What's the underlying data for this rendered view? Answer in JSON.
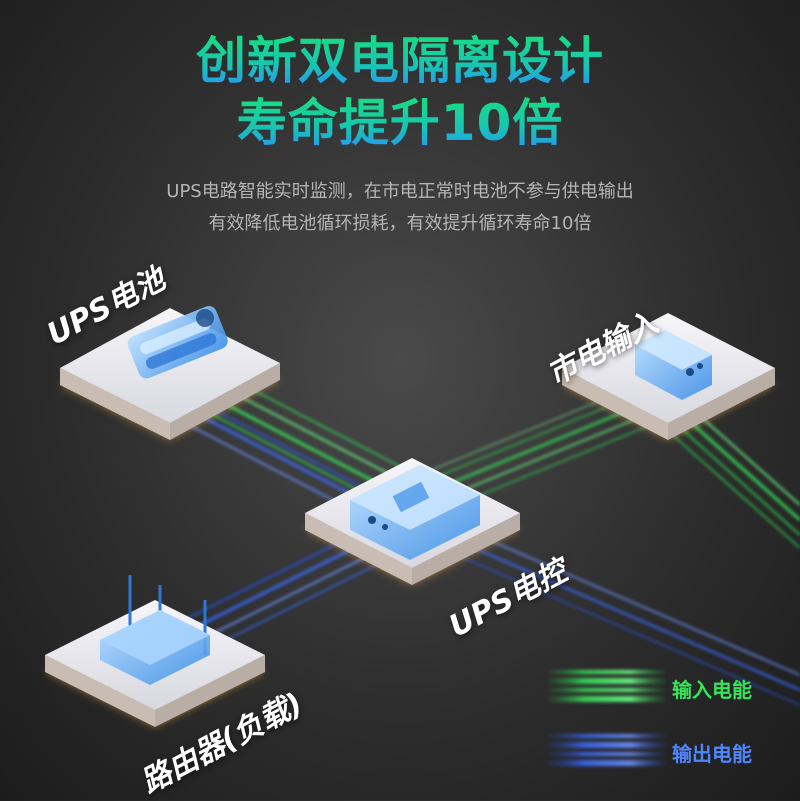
{
  "headline": {
    "line1": "创新双电隔离设计",
    "line2": "寿命提升10倍"
  },
  "subhead": {
    "line1": "UPS电路智能实时监测，在市电正常时电池不参与供电输出",
    "line2": "有效降低电池循环损耗，有效提升循环寿命10倍"
  },
  "nodes": {
    "ups_battery": "UPS电池",
    "mains_input": "市电输入",
    "ups_control": "UPS电控",
    "router": "路由器(负载)"
  },
  "legend": {
    "input": {
      "label": "输入电能",
      "color": "#35e65a"
    },
    "output": {
      "label": "输出电能",
      "color": "#3a6bff"
    }
  },
  "colors": {
    "green_flow": "#35e65a",
    "blue_flow": "#3a6bff",
    "platform": "#e9e9ee",
    "glow": "#ffb84d"
  }
}
